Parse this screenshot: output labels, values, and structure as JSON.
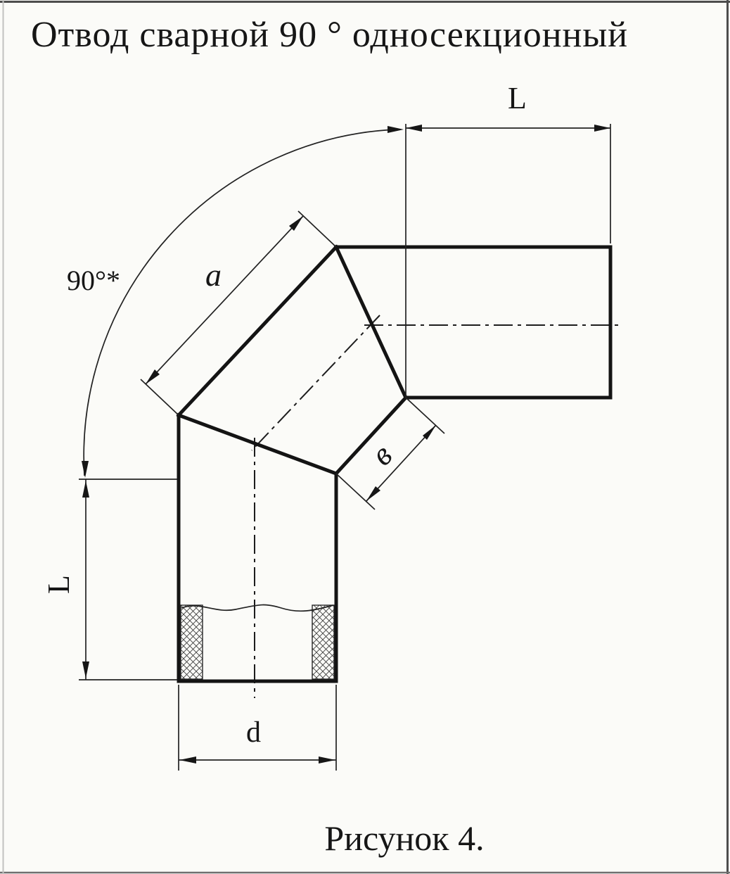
{
  "title": "Отвод сварной 90 ° односекционный",
  "caption": "Рисунок 4.",
  "dim_labels": {
    "top_length": "L",
    "left_length": "L",
    "angle": "90°*",
    "outer_segment": "a",
    "inner_segment": "в",
    "diameter": "d"
  },
  "colors": {
    "background": "#fbfbf8",
    "line": "#161616"
  }
}
